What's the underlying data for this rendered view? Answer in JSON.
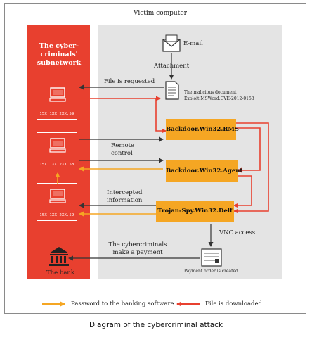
{
  "diagram": {
    "victim_label": "Victim computer",
    "attacker_title": "The cyber-criminals' subnetwork",
    "attacker_ips": [
      "15X.1XX.2XX.59",
      "15X.1XX.2XX.58",
      "15X.1XX.2XX.59"
    ],
    "email_label": "E-mail",
    "attachment_label": "Attachment",
    "document_label": "The malicious document",
    "document_exploit": "Exploit.MSWord.CVE-2012-0158",
    "file_requested": "File is requested",
    "remote_control": "Remote control",
    "intercepted_information": "Intercepted information",
    "vnc_access": "VNC access",
    "make_payment": "The cybercriminals make a payment",
    "payment_order": "Payment order is created",
    "bank_label": "The bank",
    "malware": [
      "Backdoor.Win32.RMS",
      "Backdoor.Win32.Agent",
      "Trojan-Spy.Win32.Delf"
    ]
  },
  "legend": {
    "yellow_label": "Password to the banking software",
    "red_label": "File is downloaded",
    "yellow_color": "#f5a623",
    "red_color": "#e8402f"
  },
  "caption": "Diagram of the cybercriminal attack"
}
